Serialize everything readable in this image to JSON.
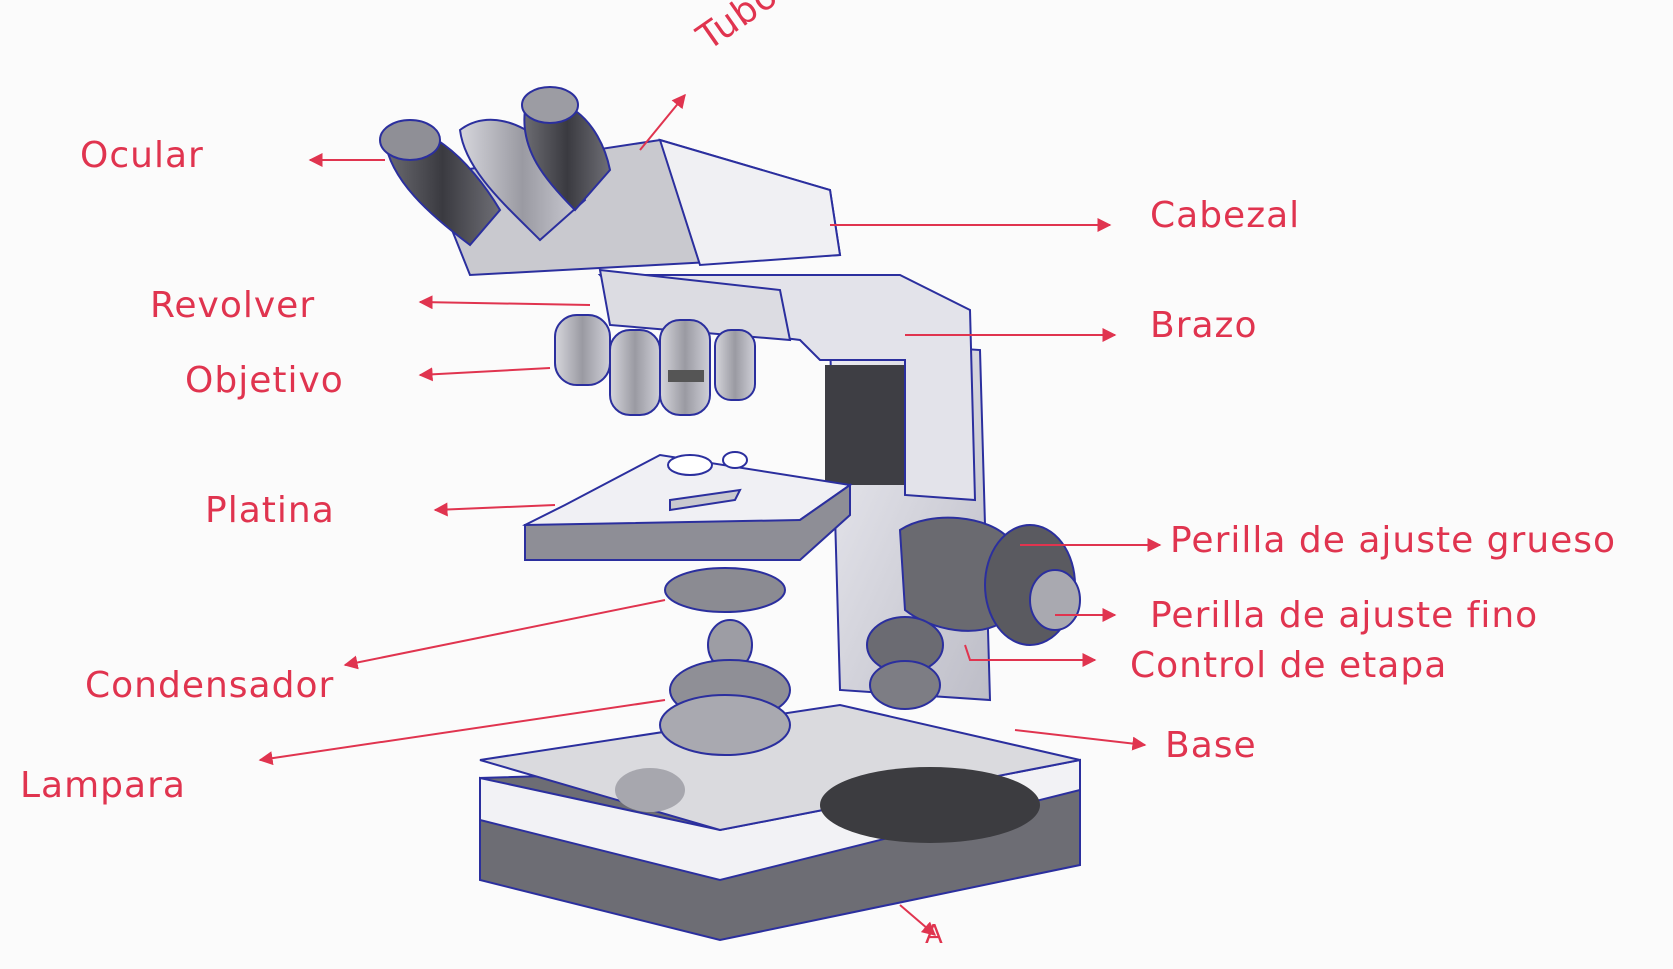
{
  "colors": {
    "paper": "#fbfbfb",
    "label_ink": "#e0344f",
    "outline_ink": "#2b2f9e",
    "shade_dark": "#3c3c40",
    "shade_mid": "#8a8a90",
    "shade_light": "#cfcfd6"
  },
  "labels": {
    "tubo": "Tubo",
    "ocular": "Ocular",
    "cabezal": "Cabezal",
    "revolver": "Revolver",
    "brazo": "Brazo",
    "objetivo": "Objetivo",
    "platina": "Platina",
    "perilla_grueso": "Perilla de ajuste grueso",
    "perilla_fino": "Perilla de ajuste fino",
    "control_etapa": "Control de etapa",
    "condensador": "Condensador",
    "base": "Base",
    "lampara": "Lampara",
    "bottom_marker": "A"
  }
}
